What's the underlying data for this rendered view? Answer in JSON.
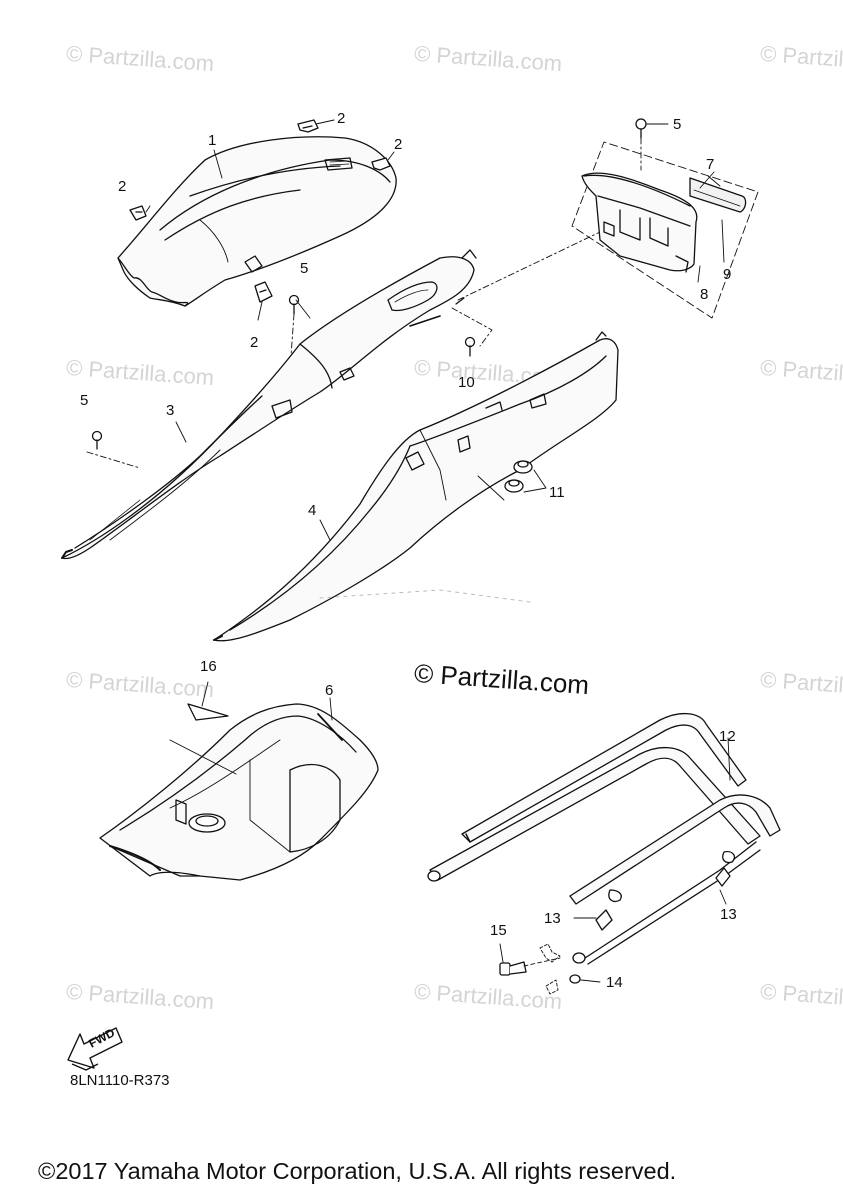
{
  "watermark_text": "© Partzilla.com",
  "brand_watermark": "© Partzilla.com",
  "diagram_code": "8LN1110-R373",
  "fwd_label": "FWD",
  "copyright": "©2017 Yamaha Motor Corporation, U.S.A. All rights reserved.",
  "callouts": {
    "c1": "1",
    "c2a": "2",
    "c2b": "2",
    "c2c": "2",
    "c2d": "2",
    "c3": "3",
    "c4": "4",
    "c5a": "5",
    "c5b": "5",
    "c5c": "5",
    "c6": "6",
    "c7": "7",
    "c8": "8",
    "c9": "9",
    "c10": "10",
    "c11": "11",
    "c12": "12",
    "c13a": "13",
    "c13b": "13",
    "c14": "14",
    "c15": "15",
    "c16": "16"
  }
}
